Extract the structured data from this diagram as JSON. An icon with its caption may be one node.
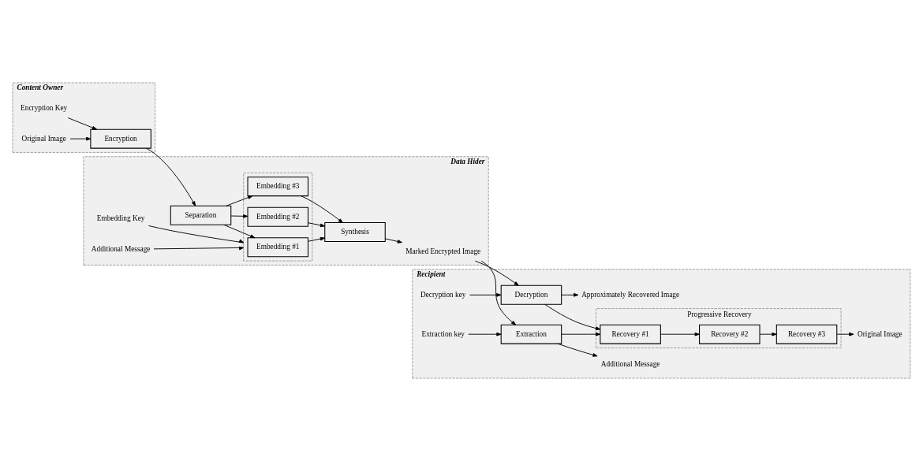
{
  "diagram": {
    "nodes": [
      {
        "text": [
          "Content Owner"
        ]
      },
      {
        "text": [
          "Encryption Key"
        ],
        "in": 0
      },
      {
        "text": [
          "Original Image"
        ],
        "in": 0
      },
      {
        "text": [
          "Encryption"
        ],
        "in": 0
      },
      {
        "text": [
          "Data Hider"
        ]
      },
      {
        "text": [
          "Embedding Key"
        ],
        "in": 4
      },
      {
        "text": [
          "Additional Message"
        ],
        "in": 4
      },
      {
        "text": [
          "Separation"
        ],
        "in": 4
      },
      {
        "text": [],
        "shape": "box",
        "in": 4
      },
      {
        "text": [
          "Embedding #1"
        ],
        "in": 8
      },
      {
        "text": [
          "Embedding #2"
        ],
        "in": 8
      },
      {
        "text": [
          "Embedding #3"
        ],
        "in": 8
      },
      {
        "text": [
          "Synthesis"
        ],
        "in": 4
      },
      {
        "text": [
          "Marked Encrypted Image"
        ],
        "in": 4
      },
      {
        "text": [
          "Recipient"
        ]
      },
      {
        "text": [
          "Decryption key"
        ],
        "in": 14
      },
      {
        "text": [
          "Approximately Recovered Image"
        ],
        "in": 14
      },
      {
        "text": [
          "Decryption"
        ],
        "in": 14
      },
      {
        "text": [
          "Progressive Recovery"
        ],
        "in": 14
      },
      {
        "text": [
          "Recovery #3"
        ],
        "in": 18
      },
      {
        "text": [
          "Recovery #2"
        ],
        "in": 18
      },
      {
        "text": [
          "Recovery #1"
        ],
        "in": 18
      },
      {
        "text": [
          "Extraction key"
        ],
        "in": 14
      },
      {
        "text": [
          "Extraction"
        ],
        "in": 14
      },
      {
        "text": [
          "Additional Message"
        ],
        "in": 14
      },
      {
        "text": [
          "Original Image"
        ],
        "in": 14
      }
    ],
    "edges": [
      {
        "from": 1,
        "to": 3,
        "arrow": "to"
      },
      {
        "from": 2,
        "to": 3,
        "arrow": "to"
      },
      {
        "from": 3,
        "to": 7,
        "arrow": "to"
      },
      {
        "from": 7,
        "to": 9,
        "arrow": "to"
      },
      {
        "from": 7,
        "to": 10,
        "arrow": "to"
      },
      {
        "from": 7,
        "to": 11,
        "arrow": "to"
      },
      {
        "from": 5,
        "to": 8,
        "arrow": "to"
      },
      {
        "from": 6,
        "to": 8,
        "arrow": "to"
      },
      {
        "from": 9,
        "to": 12,
        "arrow": "to"
      },
      {
        "from": 10,
        "to": 12,
        "arrow": "to"
      },
      {
        "from": 11,
        "to": 12,
        "arrow": "to"
      },
      {
        "from": 12,
        "to": 13,
        "arrow": "to"
      },
      {
        "from": 13,
        "to": 17,
        "arrow": "to"
      },
      {
        "from": 13,
        "to": 23,
        "arrow": "to"
      },
      {
        "from": 15,
        "to": 17,
        "arrow": "to"
      },
      {
        "from": 17,
        "to": 16,
        "arrow": "to"
      },
      {
        "from": 17,
        "to": 21,
        "arrow": "to"
      },
      {
        "from": 22,
        "to": 23,
        "arrow": "to"
      },
      {
        "from": 23,
        "to": 21,
        "arrow": "to"
      },
      {
        "from": 23,
        "to": 24,
        "arrow": "to"
      },
      {
        "from": 21,
        "to": 20,
        "arrow": "to"
      },
      {
        "from": 20,
        "to": 19,
        "arrow": "to"
      },
      {
        "from": 19,
        "to": 25,
        "arrow": "to"
      }
    ]
  }
}
